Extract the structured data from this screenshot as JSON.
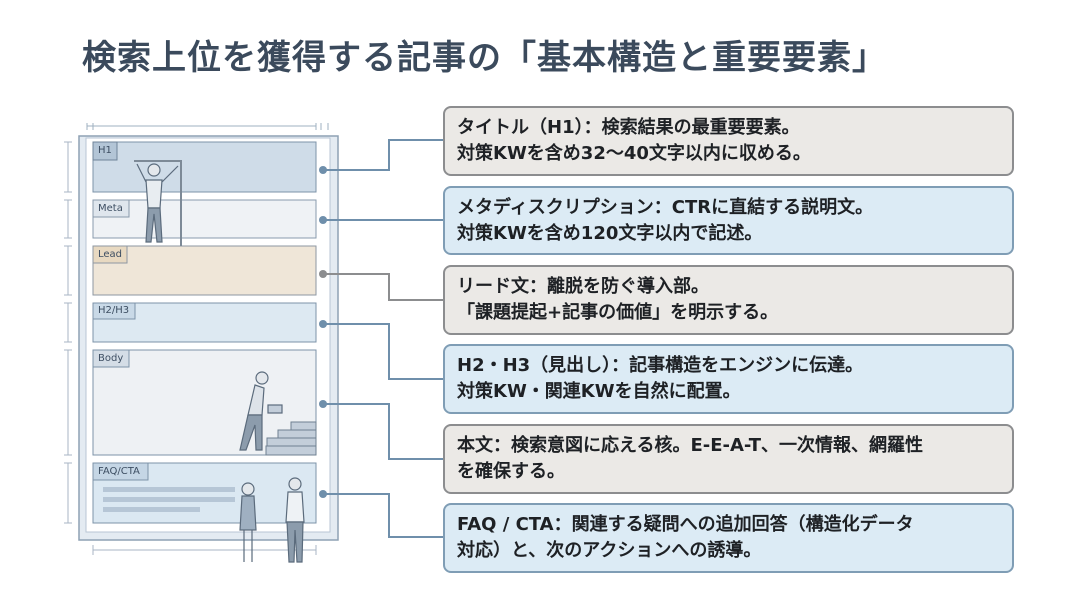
{
  "title": "検索上位を獲得する記事の「基本構造と重要要素」",
  "colors": {
    "title": "#3b4a5c",
    "blue_box_bg": "#dcebf5",
    "gray_box_bg": "#ebe9e6",
    "connector_blue": "#6f8fab",
    "connector_gray": "#8c8d8f",
    "lead_bg": "#efe6d8"
  },
  "sections": [
    {
      "id": "h1",
      "label": "H1"
    },
    {
      "id": "meta",
      "label": "Meta"
    },
    {
      "id": "lead",
      "label": "Lead"
    },
    {
      "id": "h2h3",
      "label": "H2/H3"
    },
    {
      "id": "body",
      "label": "Body"
    },
    {
      "id": "faq",
      "label": "FAQ/CTA"
    }
  ],
  "boxes": [
    {
      "style": "gray",
      "lines": [
        "タイトル（H1）：検索結果の最重要要素。",
        "対策KWを含め32〜40文字以内に収める。"
      ]
    },
    {
      "style": "blue",
      "lines": [
        "メタディスクリプション：CTRに直結する説明文。",
        "対策KWを含め120文字以内で記述。"
      ]
    },
    {
      "style": "gray",
      "lines": [
        "リード文：離脱を防ぐ導入部。",
        "「課題提起+記事の価値」を明示する。"
      ]
    },
    {
      "style": "blue",
      "lines": [
        "H2・H3（見出し）：記事構造をエンジンに伝達。",
        "対策KW・関連KWを自然に配置。"
      ]
    },
    {
      "style": "gray",
      "lines": [
        "本文：検索意図に応える核。E-E-A-T、一次情報、網羅性",
        "を確保する。"
      ]
    },
    {
      "style": "blue",
      "lines": [
        "FAQ / CTA：関連する疑問への追加回答（構造化データ",
        "対応）と、次のアクションへの誘導。"
      ]
    }
  ]
}
